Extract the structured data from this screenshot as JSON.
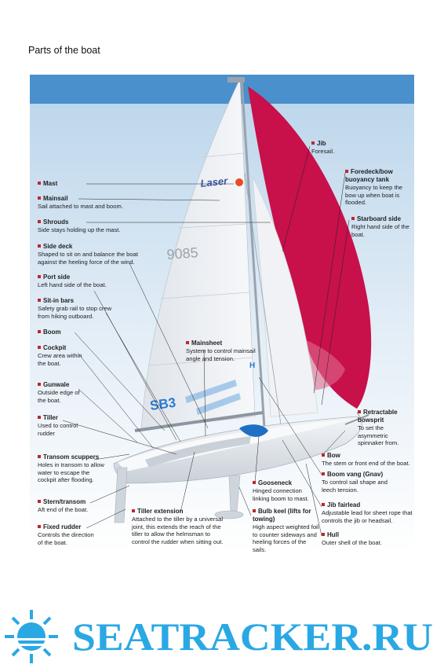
{
  "page": {
    "title": "Parts of the boat"
  },
  "diagram": {
    "sail_number": "9085",
    "brand": "Laser",
    "logo": "SB3",
    "sail_mark": "H",
    "colors": {
      "sky": "#4a90cc",
      "spinnaker": "#c8104a",
      "sail": "#eef1f4",
      "hull": "#e9edf1",
      "accent_blue": "#2a7ad0",
      "marker": "#c0262c"
    },
    "labels_left": [
      {
        "id": "mast",
        "title": "Mast",
        "desc": ""
      },
      {
        "id": "mainsail",
        "title": "Mainsail",
        "desc": "Sail attached to mast and boom."
      },
      {
        "id": "shrouds",
        "title": "Shrouds",
        "desc": "Side stays holding up the mast."
      },
      {
        "id": "side-deck",
        "title": "Side deck",
        "desc": "Shaped to sit on and balance the boat against the heeling force of the wind."
      },
      {
        "id": "port-side",
        "title": "Port side",
        "desc": "Left hand side of the boat."
      },
      {
        "id": "sit-in-bars",
        "title": "Sit-in bars",
        "desc": "Safety grab rail to stop crew from hiking outboard."
      },
      {
        "id": "boom",
        "title": "Boom",
        "desc": ""
      },
      {
        "id": "cockpit",
        "title": "Cockpit",
        "desc": "Crew area within the boat."
      },
      {
        "id": "gunwale",
        "title": "Gunwale",
        "desc": "Outside edge of the boat."
      },
      {
        "id": "tiller",
        "title": "Tiller",
        "desc": "Used to control rudder"
      },
      {
        "id": "transom-scuppers",
        "title": "Transom scuppers",
        "desc": "Holes in transom to allow water to escape the cockpit after flooding."
      },
      {
        "id": "stern-transom",
        "title": "Stern/transom",
        "desc": "Aft end of the boat."
      },
      {
        "id": "fixed-rudder",
        "title": "Fixed rudder",
        "desc": "Controls the direction of the boat."
      }
    ],
    "labels_right": [
      {
        "id": "jib",
        "title": "Jib",
        "desc": "Foresail."
      },
      {
        "id": "foredeck",
        "title": "Foredeck/bow buoyancy tank",
        "desc": "Buoyancy to keep the bow up when boat is flooded."
      },
      {
        "id": "starboard-side",
        "title": "Starboard side",
        "desc": "Right hand side of the boat."
      },
      {
        "id": "bowsprit",
        "title": "Retractable bowsprit",
        "desc": "To set the asymmetric spinnaker from."
      },
      {
        "id": "bow",
        "title": "Bow",
        "desc": "The stem or front end of the boat."
      },
      {
        "id": "boom-vang",
        "title": "Boom vang (Gnav)",
        "desc": "To control sail shape and leech tension."
      },
      {
        "id": "jib-fairlead",
        "title": "Jib fairlead",
        "desc": "Adjustable lead for sheet rope that controls the jib or headsail."
      },
      {
        "id": "hull",
        "title": "Hull",
        "desc": "Outer shell of the boat."
      }
    ],
    "labels_center": [
      {
        "id": "mainsheet",
        "title": "Mainsheet",
        "desc": "System to control mainsail angle and tension."
      },
      {
        "id": "gooseneck",
        "title": "Gooseneck",
        "desc": "Hinged connection linking boom to mast."
      },
      {
        "id": "bulb-keel",
        "title": "Bulb keel (lifts for towing)",
        "desc": "High aspect weighted foil to counter sideways and heeling forces of the sails."
      },
      {
        "id": "tiller-extension",
        "title": "Tiller extension",
        "desc": "Attached to the tiller by a universal joint, this extends the reach of the tiller to allow the helmsman to control the rudder when sitting out."
      }
    ]
  },
  "footer": {
    "logo_text": "SEATRACKER.RU"
  }
}
